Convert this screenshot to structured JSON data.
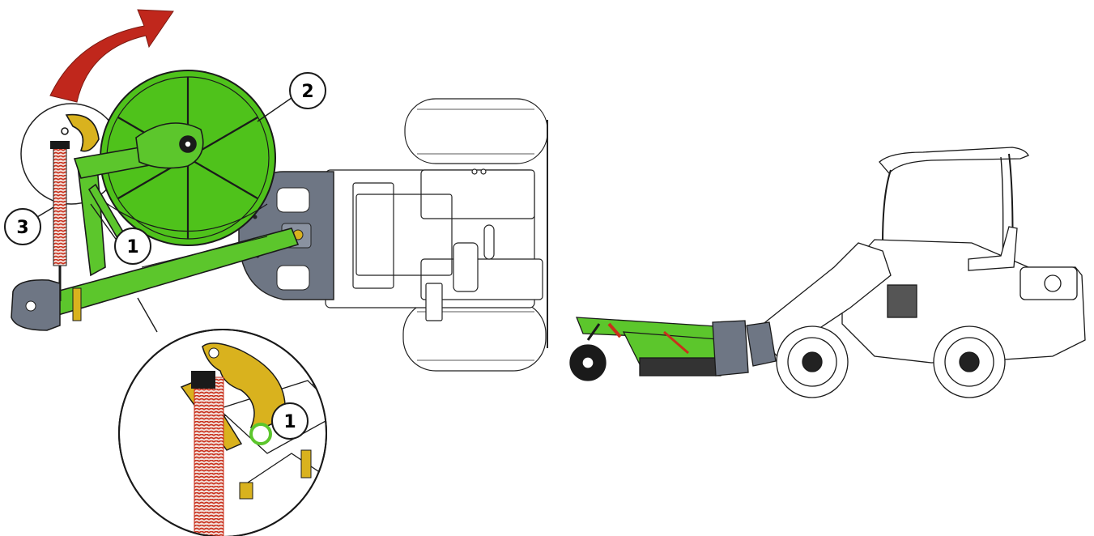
{
  "callouts": {
    "one_main": "1",
    "two": "2",
    "three": "3",
    "one_detail": "1"
  },
  "colors": {
    "implement_green": "#5cc62c",
    "wheel_green": "#4fc21b",
    "hitch_grey": "#6e7684",
    "spring_red": "#c9301c",
    "latch_yellow": "#d9b21e",
    "arrow_red": "#c0271c",
    "outline": "#1a1a1a"
  },
  "icons": {
    "rotation_arrow": "curved-arrow-clockwise-icon"
  }
}
